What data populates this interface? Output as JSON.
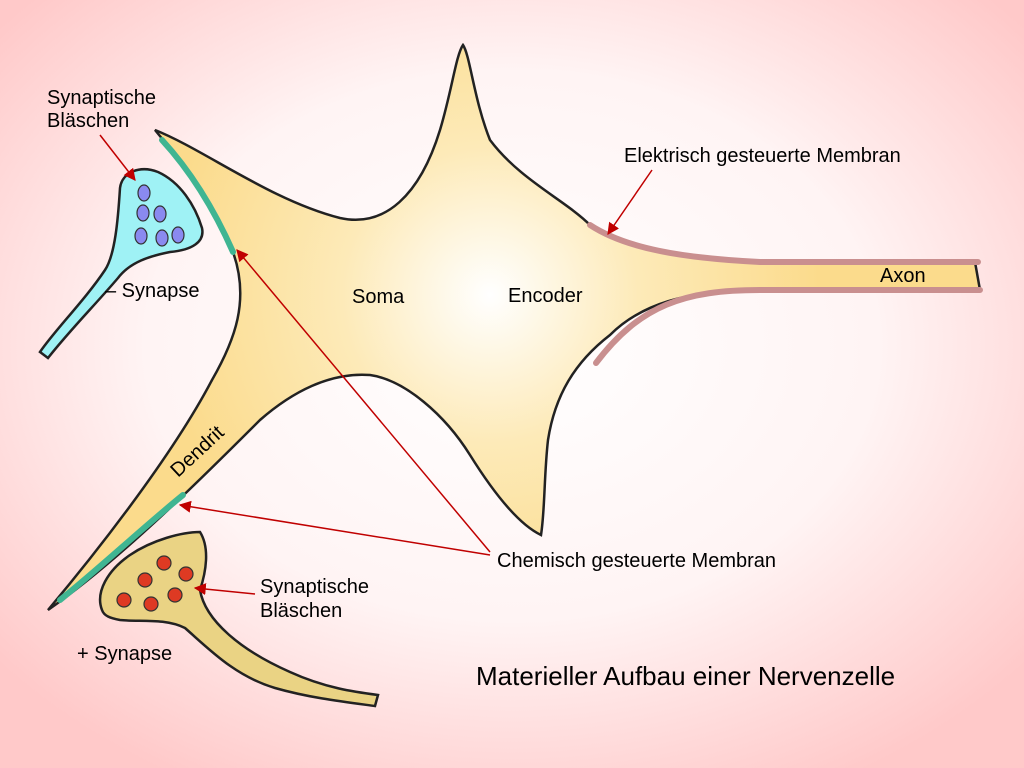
{
  "colors": {
    "background_edge": "#ffc9c9",
    "background_center": "#ffffff",
    "cell_body": "#fbdb8c",
    "cell_glow": "#ffffff",
    "chemical_membrane": "#3fb592",
    "electrical_membrane": "#c98f8f",
    "inhibitory_synapse": "#9ff2f5",
    "inhibitory_vesicles": "#8a8af0",
    "excitatory_synapse": "#ead384",
    "excitatory_vesicles": "#de3a23",
    "arrow": "#c00000"
  },
  "labels": {
    "vesicles_top_line1": "Synaptische",
    "vesicles_top_line2": "Bläschen",
    "minus_synapse": "– Synapse",
    "electrical_membrane": "Elektrisch gesteuerte Membran",
    "axon": "Axon",
    "soma": "Soma",
    "encoder": "Encoder",
    "dendrite": "Dendrit",
    "chemical_membrane": "Chemisch gesteuerte Membran",
    "vesicles_bottom_line1": "Synaptische",
    "vesicles_bottom_line2": "Bläschen",
    "plus_synapse": "+ Synapse",
    "title": "Materieller Aufbau einer Nervenzelle"
  }
}
